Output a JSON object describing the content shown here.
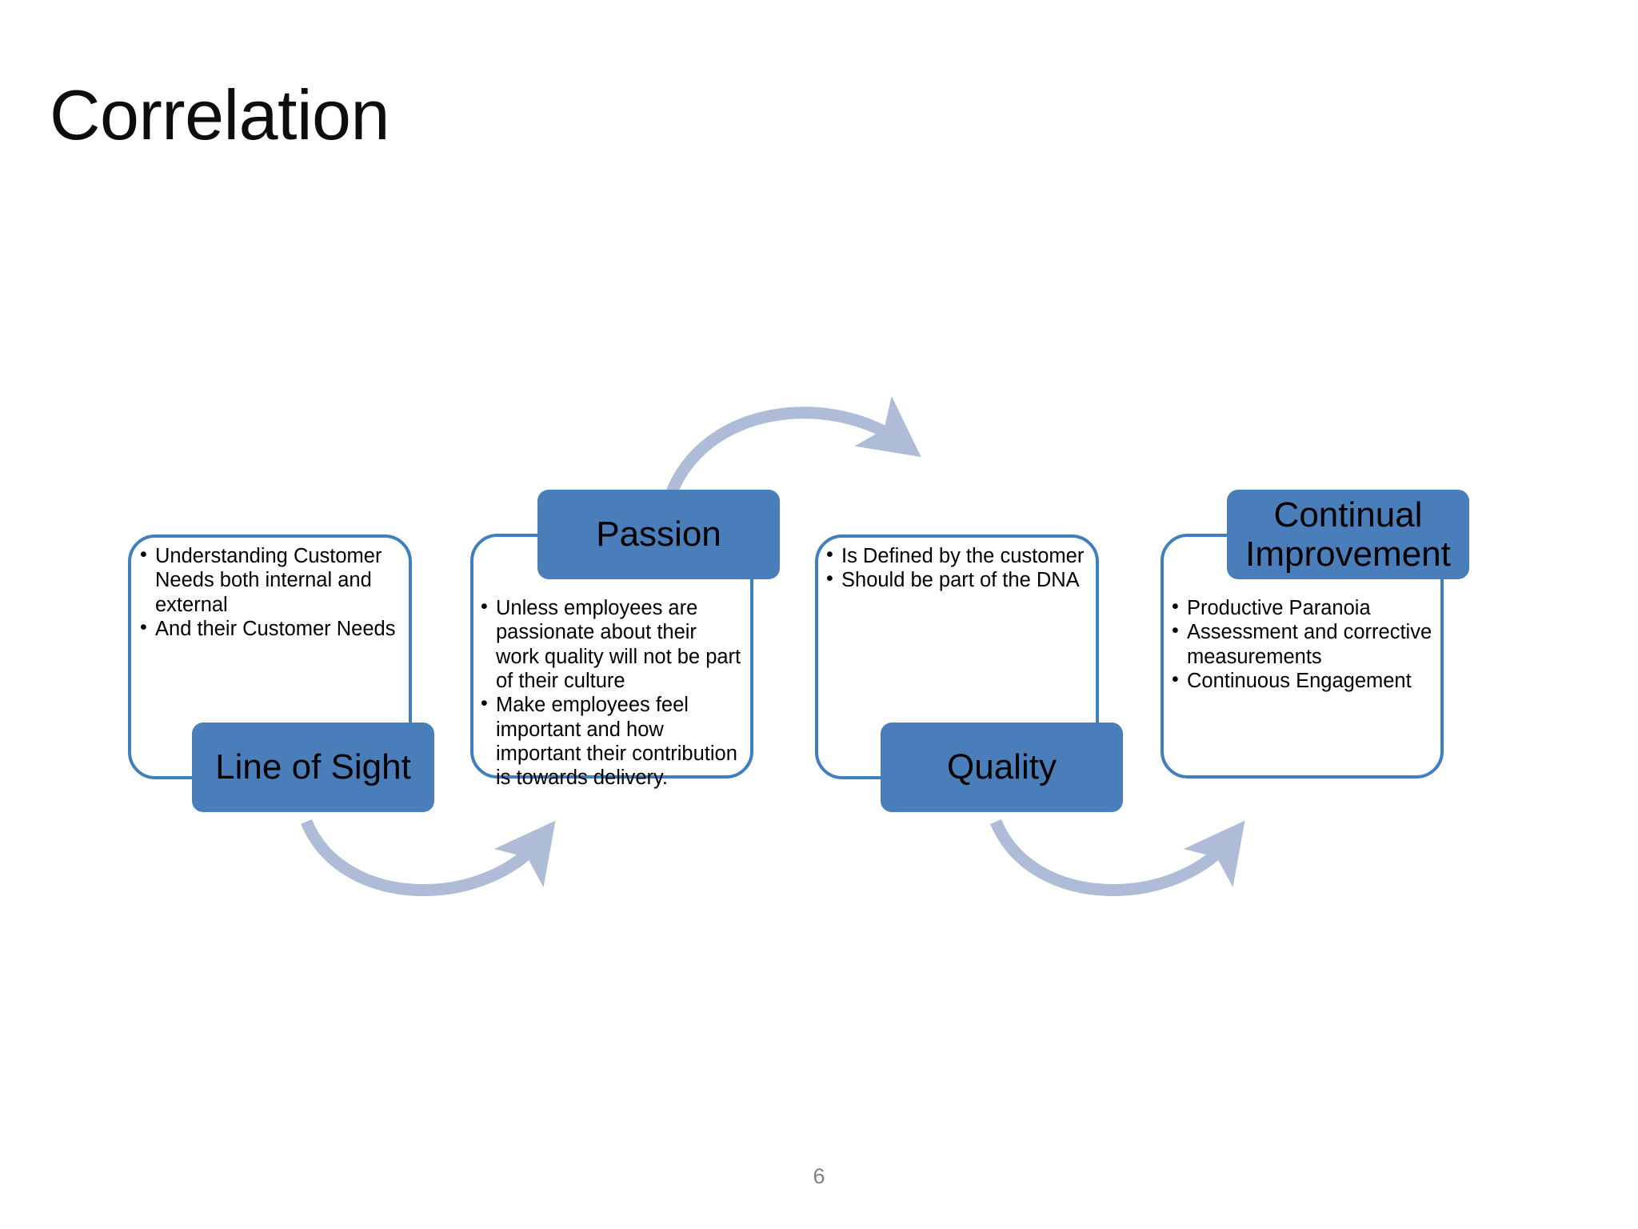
{
  "slide": {
    "title": "Correlation",
    "page_number": "6"
  },
  "colors": {
    "accent_fill": "#4A7EBB",
    "accent_outline": "#3F7FBF",
    "arrow": "#AEBCD8",
    "title_text": "#0D0D0D",
    "page_number_text": "#808080"
  },
  "groups": [
    {
      "id": "line-of-sight",
      "label": "Line of Sight",
      "label_position": "bottom-right",
      "bullets": [
        "Understanding Customer Needs both internal and external",
        "And their Customer Needs"
      ]
    },
    {
      "id": "passion",
      "label": "Passion",
      "label_position": "top-right",
      "bullets": [
        "Unless employees are passionate about their work  quality will not be part of their culture",
        "Make employees feel important and how important their contribution is towards delivery."
      ]
    },
    {
      "id": "quality",
      "label": "Quality",
      "label_position": "bottom-right",
      "bullets": [
        "Is Defined by the customer",
        "Should be part of the DNA"
      ]
    },
    {
      "id": "continual-improvement",
      "label": "Continual Improvement",
      "label_position": "top-right",
      "bullets": [
        "Productive Paranoia",
        "Assessment and corrective measurements",
        "Continuous Engagement"
      ]
    }
  ],
  "arrows": [
    {
      "id": "arrow-passion-to-quality",
      "direction": "left-to-right",
      "curve": "arc-over"
    },
    {
      "id": "arrow-line-of-sight-to-passion",
      "direction": "left-to-right",
      "curve": "arc-under"
    },
    {
      "id": "arrow-quality-to-continual-improvement",
      "direction": "left-to-right",
      "curve": "arc-under"
    }
  ]
}
